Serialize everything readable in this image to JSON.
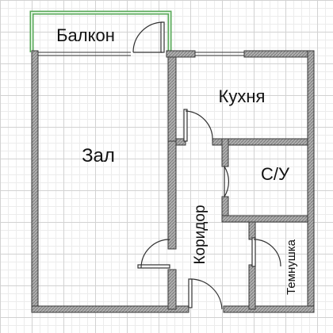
{
  "colors": {
    "wall_fill": "#a8a8a8",
    "wall_edge": "#3a3a3a",
    "balcony_wall": "#6fbf6f",
    "door_line": "#333333",
    "text": "#111111"
  },
  "rooms": {
    "balcony": "Балкон",
    "kitchen": "Кухня",
    "hall": "Зал",
    "bathroom": "С/У",
    "corridor": "Коридор",
    "storage": "Темнушка"
  }
}
